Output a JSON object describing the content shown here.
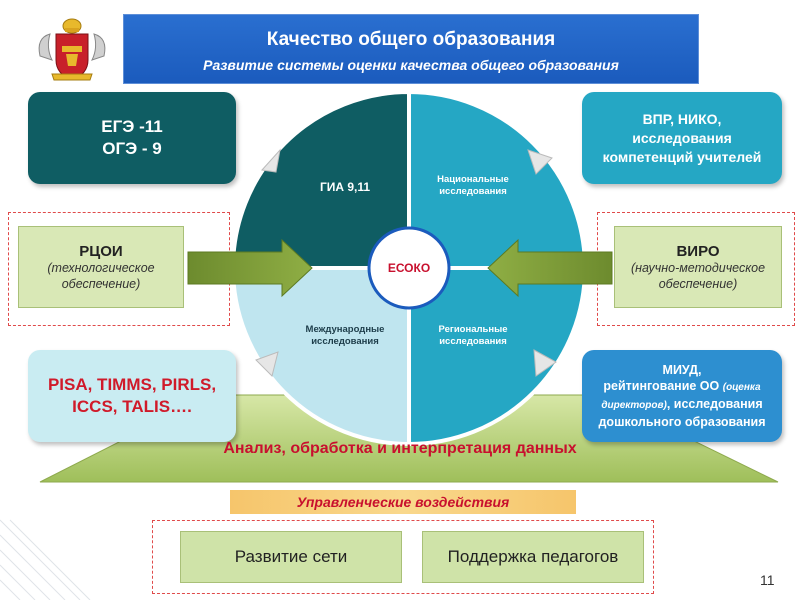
{
  "header": {
    "title": "Качество общего образования",
    "subtitle": "Развитие системы оценки качества общего образования"
  },
  "cards": {
    "ege_line1": "ЕГЭ -11",
    "ege_line2": "ОГЭ - 9",
    "vpr_line1": "ВПР, НИКО,",
    "vpr_line2": "исследования",
    "vpr_line3": "компетенций учителей",
    "pisa_line1": "PISA, TIMMS, PIRLS,",
    "pisa_line2": "ICCS, TALIS….",
    "miud_line1": "МИУД,",
    "miud_line2a": "рейтингование ОО ",
    "miud_line2b": "(оценка",
    "miud_line3a": "директоров)",
    "miud_line3b": ", исследования",
    "miud_line4": "дошкольного образования"
  },
  "circle": {
    "q1": "ГИА 9,11",
    "q2_line1": "Национальные",
    "q2_line2": "исследования",
    "q3_line1": "Международные",
    "q3_line2": "исследования",
    "q4_line1": "Региональные",
    "q4_line2": "исследования",
    "center": "ЕСОКО"
  },
  "left_box": {
    "title": "РЦОИ",
    "line1": "(технологическое",
    "line2": "обеспечение)"
  },
  "right_box": {
    "title": "ВИРО",
    "line1": "(научно-методическое",
    "line2": "обеспечение)"
  },
  "analysis": "Анализ, обработка и интерпретация данных",
  "management": "Управленческие воздействия",
  "bottom": {
    "left": "Развитие сети",
    "right": "Поддержка педагогов"
  },
  "page_number": "11",
  "colors": {
    "dark_teal": "#0f5d63",
    "teal": "#25a7c4",
    "light_blue": "#bfe5ef",
    "blue_header": "#1b5bbd",
    "red": "#c8102e",
    "green_light": "#d9e8b6",
    "orange": "#f6c56b"
  }
}
